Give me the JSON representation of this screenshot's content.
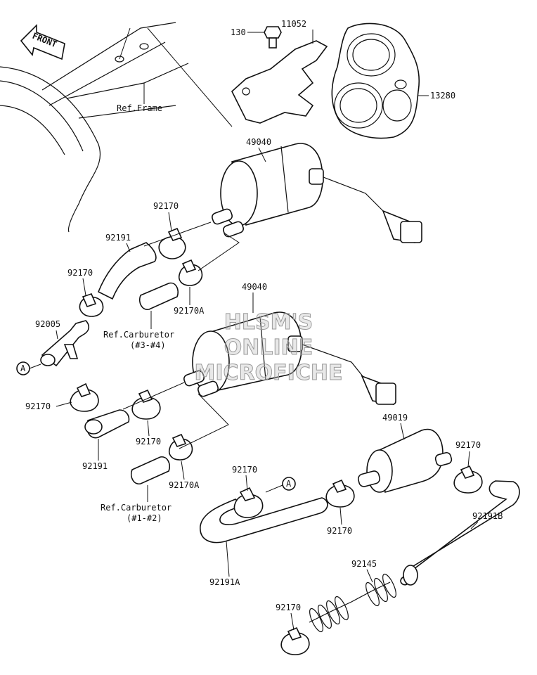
{
  "front_label": "FRONT",
  "refs": {
    "frame": "Ref.Frame",
    "carb_upper_line1": "Ref.Carburetor",
    "carb_upper_line2": "(#3-#4)",
    "carb_lower_line1": "Ref.Carburetor",
    "carb_lower_line2": "(#1-#2)"
  },
  "callouts": {
    "bolt_130": "130",
    "bracket_11052": "11052",
    "holder_13280": "13280",
    "pump_upper_49040": "49040",
    "pump_lower_49040": "49040",
    "filter_49019": "49019",
    "hose_92191_upper": "92191",
    "hose_92191_lower": "92191",
    "hose_92191A": "92191A",
    "hose_92191B": "92191B",
    "tee_92005": "92005",
    "spring_92145": "92145",
    "clamp_92170_a": "92170",
    "clamp_92170_b": "92170",
    "clamp_92170_c": "92170",
    "clamp_92170_d": "92170",
    "clamp_92170_e": "92170",
    "clamp_92170_f": "92170",
    "clamp_92170_g": "92170",
    "clamp_92170_h": "92170",
    "clamp_92170A_upper": "92170A",
    "clamp_92170A_lower": "92170A"
  },
  "connection_marker": "A",
  "watermark": {
    "line1": "HLSM'S",
    "line2": "ONLINE",
    "line3": "MICROFICHE"
  }
}
